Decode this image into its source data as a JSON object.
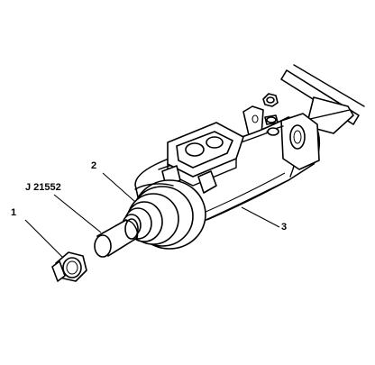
{
  "callouts": {
    "one": "1",
    "tool": "J 21552",
    "two": "2",
    "three": "3"
  },
  "colors": {
    "ink": "#000000",
    "paper": "#ffffff",
    "shade": "#000000"
  }
}
